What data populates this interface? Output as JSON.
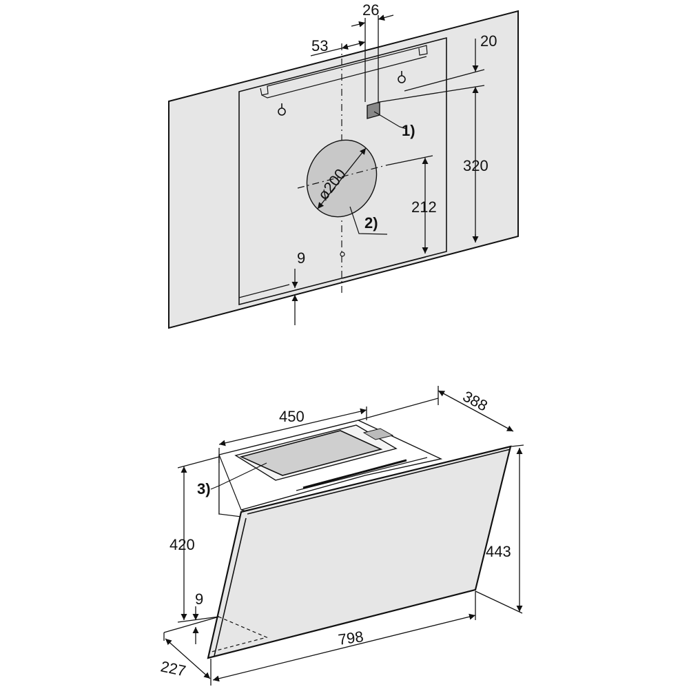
{
  "wall_diagram": {
    "dim_26": "26",
    "dim_53": "53",
    "dim_20": "20",
    "dim_320": "320",
    "dim_diameter": "ø200",
    "dim_212": "212",
    "dim_9": "9",
    "callout_1": "1)",
    "callout_2": "2)"
  },
  "hood_diagram": {
    "dim_450": "450",
    "dim_388": "388",
    "dim_420": "420",
    "dim_443": "443",
    "dim_9": "9",
    "dim_798": "798",
    "dim_227": "227",
    "callout_3": "3)"
  },
  "colors": {
    "panel_fill": "#e6e6e6",
    "line": "#111111",
    "filter_fill": "#cfcfcf",
    "hole_fill": "#c8c8c8"
  }
}
